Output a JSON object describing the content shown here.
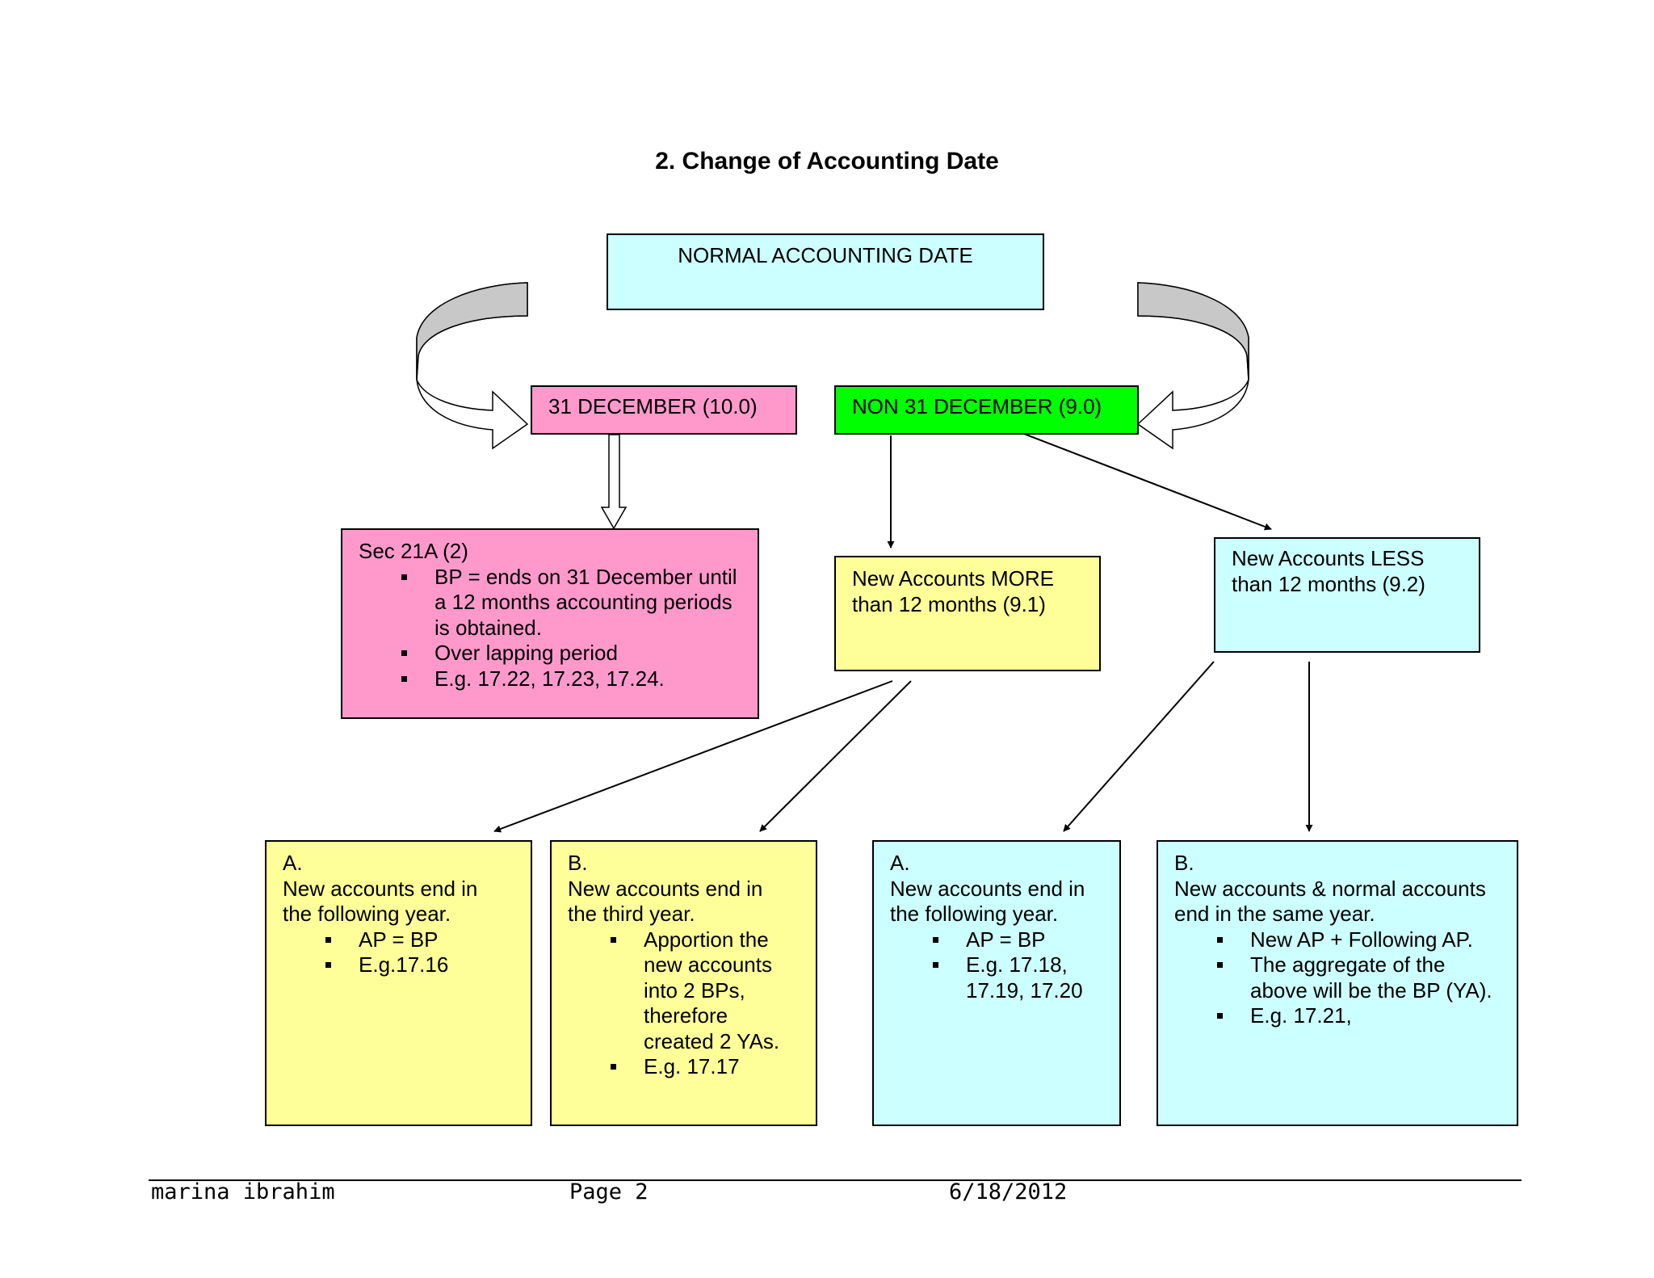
{
  "title": "2.  Change of Accounting Date",
  "nodes": {
    "normal": {
      "label": "NORMAL ACCOUNTING DATE",
      "color": "#ccffff"
    },
    "dec31": {
      "label": "31 DECEMBER (10.0)",
      "color": "#ff99cc"
    },
    "non31": {
      "label": "NON 31 DECEMBER (9.0)",
      "color": "#00ff00"
    },
    "sec21a": {
      "color": "#ff99cc",
      "heading": "Sec 21A (2)",
      "bullets": [
        "BP = ends on 31 December until a 12 months accounting periods is obtained.",
        "Over lapping period",
        "E.g. 17.22, 17.23, 17.24."
      ]
    },
    "more": {
      "line1": "New Accounts MORE",
      "line2": "than 12 months (9.1)",
      "color": "#ffff99"
    },
    "less": {
      "line1": "New Accounts LESS",
      "line2": "than 12 months (9.2)",
      "color": "#ccffff"
    },
    "moreA": {
      "letter": "A.",
      "line1": "New accounts end in",
      "line2": "the following year.",
      "bullets": [
        "AP = BP",
        "E.g.17.16"
      ],
      "color": "#ffff99"
    },
    "moreB": {
      "letter": "B.",
      "line1": "New accounts end in",
      "line2": "the third year.",
      "bullets": [
        "Apportion the new accounts into 2 BPs, therefore created 2 YAs.",
        "E.g. 17.17"
      ],
      "color": "#ffff99"
    },
    "lessA": {
      "letter": "A.",
      "line1": "New accounts end in",
      "line2": "the following year.",
      "bullets": [
        "AP = BP",
        "E.g. 17.18, 17.19, 17.20"
      ],
      "color": "#ccffff"
    },
    "lessB": {
      "letter": "B.",
      "line1": "New accounts & normal accounts",
      "line2": "end in the same year.",
      "bullets": [
        "New AP +  Following AP.",
        "The aggregate of the above will be the BP (YA).",
        "E.g. 17.21,"
      ],
      "color": "#ccffff"
    }
  },
  "footer": {
    "author": "marina ibrahim",
    "page": "Page 2",
    "date": "6/18/2012"
  }
}
